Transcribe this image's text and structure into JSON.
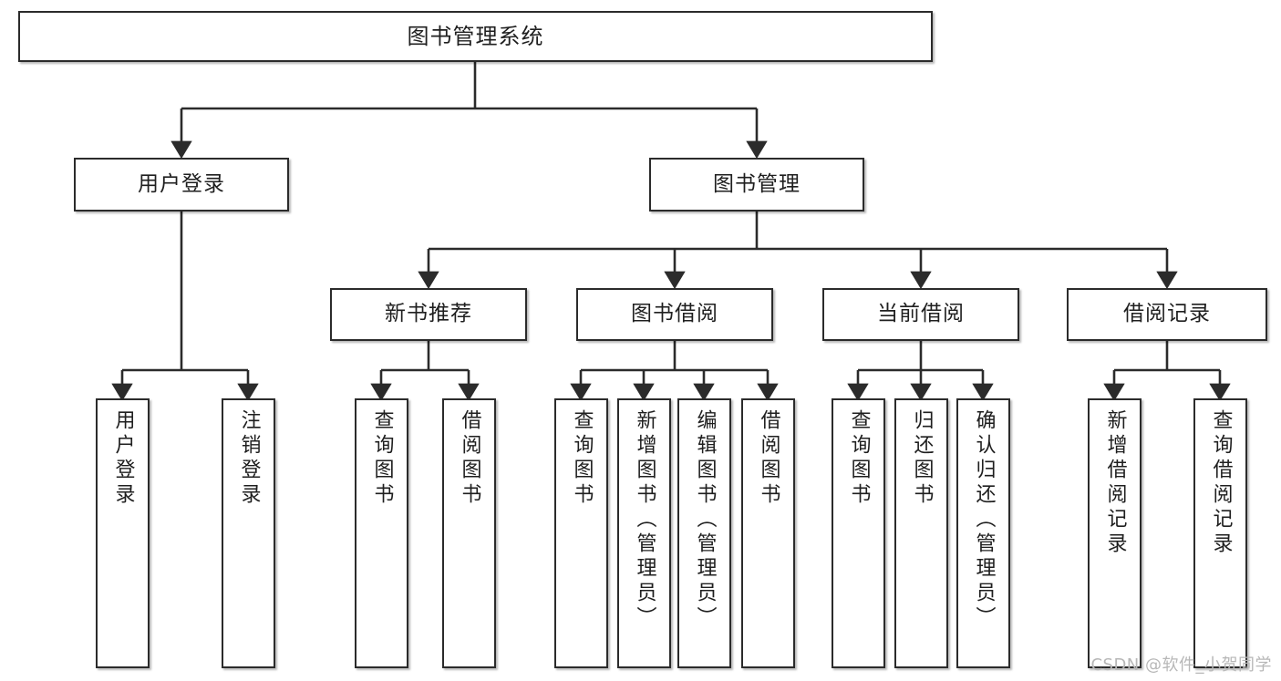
{
  "diagram": {
    "title": "图书管理系统",
    "type": "tree",
    "watermark": "CSDN @软件_小贺同学",
    "colors": {
      "node_border": "#2b2b2b",
      "node_fill": "#ffffff",
      "edge": "#2b2b2b",
      "text": "#1f1f1f",
      "watermark": "#b7b7b7",
      "background": "#ffffff"
    },
    "root": {
      "label": "图书管理系统"
    },
    "level2": [
      {
        "label": "用户登录"
      },
      {
        "label": "图书管理"
      }
    ],
    "level3": [
      {
        "label": "新书推荐"
      },
      {
        "label": "图书借阅"
      },
      {
        "label": "当前借阅"
      },
      {
        "label": "借阅记录"
      }
    ],
    "leaves": {
      "user_login": [
        {
          "label": "用户登录"
        },
        {
          "label": "注销登录"
        }
      ],
      "new_book_recommend": [
        {
          "label": "查询图书"
        },
        {
          "label": "借阅图书"
        }
      ],
      "book_borrow": [
        {
          "label": "查询图书"
        },
        {
          "label": "新增图书（管理员）"
        },
        {
          "label": "编辑图书（管理员）"
        },
        {
          "label": "借阅图书"
        }
      ],
      "current_borrow": [
        {
          "label": "查询图书"
        },
        {
          "label": "归还图书"
        },
        {
          "label": "确认归还（管理员）"
        }
      ],
      "borrow_record": [
        {
          "label": "新增借阅记录"
        },
        {
          "label": "查询借阅记录"
        }
      ]
    }
  }
}
